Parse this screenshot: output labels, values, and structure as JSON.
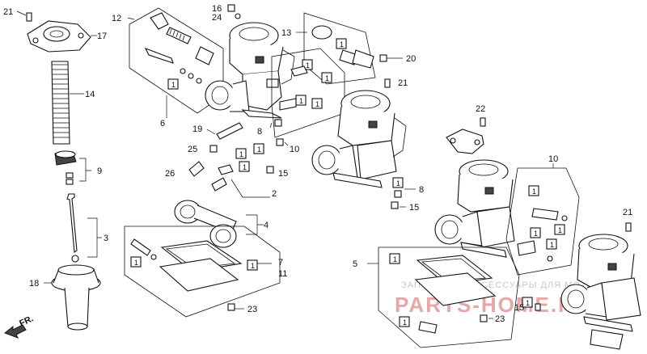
{
  "callouts": {
    "c1": "1",
    "c2": "2",
    "c3": "3",
    "c4": "4",
    "c5": "5",
    "c6": "6",
    "c7": "7",
    "c8": "8",
    "c9": "9",
    "c10": "10",
    "c11": "11",
    "c12": "12",
    "c13": "13",
    "c14": "14",
    "c15": "15",
    "c16": "16",
    "c17": "17",
    "c18": "18",
    "c19": "19",
    "c20": "20",
    "c21": "21",
    "c22": "22",
    "c23": "23",
    "c24": "24",
    "c25": "25",
    "c26": "26"
  },
  "direction_marker": {
    "label": "FR."
  },
  "watermark": {
    "line1": "ЗАПЧАСТИ И АКСЕССУАРЫ ДЛЯ МОТОЦИКЛОВ",
    "line2": "PARTS-HOME.RU"
  }
}
